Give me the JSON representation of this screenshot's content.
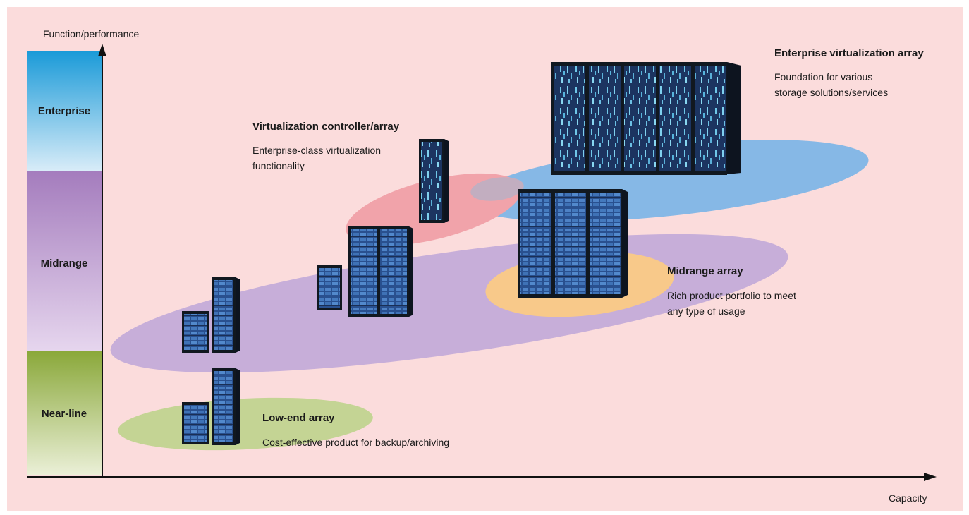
{
  "axes": {
    "y_label": "Function/performance",
    "x_label": "Capacity"
  },
  "tiers": [
    {
      "label": "Enterprise",
      "color_top": "#1a9ad8",
      "color_bottom": "#d8ecf8"
    },
    {
      "label": "Midrange",
      "color_top": "#a47cbd",
      "color_bottom": "#e6d6ee"
    },
    {
      "label": "Near-line",
      "color_top": "#8aa83a",
      "color_bottom": "#ebf0d8"
    }
  ],
  "products": [
    {
      "title": "Enterprise virtualization array",
      "description_lines": [
        "Foundation for various",
        "storage solutions/services"
      ],
      "color": "#86b8e6"
    },
    {
      "title": "Virtualization controller/array",
      "description_lines": [
        "Enterprise-class virtualization",
        "functionality"
      ],
      "color": "#f1a3aa"
    },
    {
      "title": "Midrange array",
      "description_lines": [
        "Rich product portfolio to meet",
        "any type of usage"
      ],
      "color": "#f8c98a"
    },
    {
      "title": "Low-end array",
      "description_lines": [
        "Cost-effective product for backup/archiving"
      ],
      "color": "#c4d494"
    }
  ],
  "colors": {
    "background": "#fbdcdc",
    "midrange_band": "#c7aed9",
    "rack_body": "#2a4c8c",
    "rack_frame": "#111820",
    "axis": "#111111"
  }
}
